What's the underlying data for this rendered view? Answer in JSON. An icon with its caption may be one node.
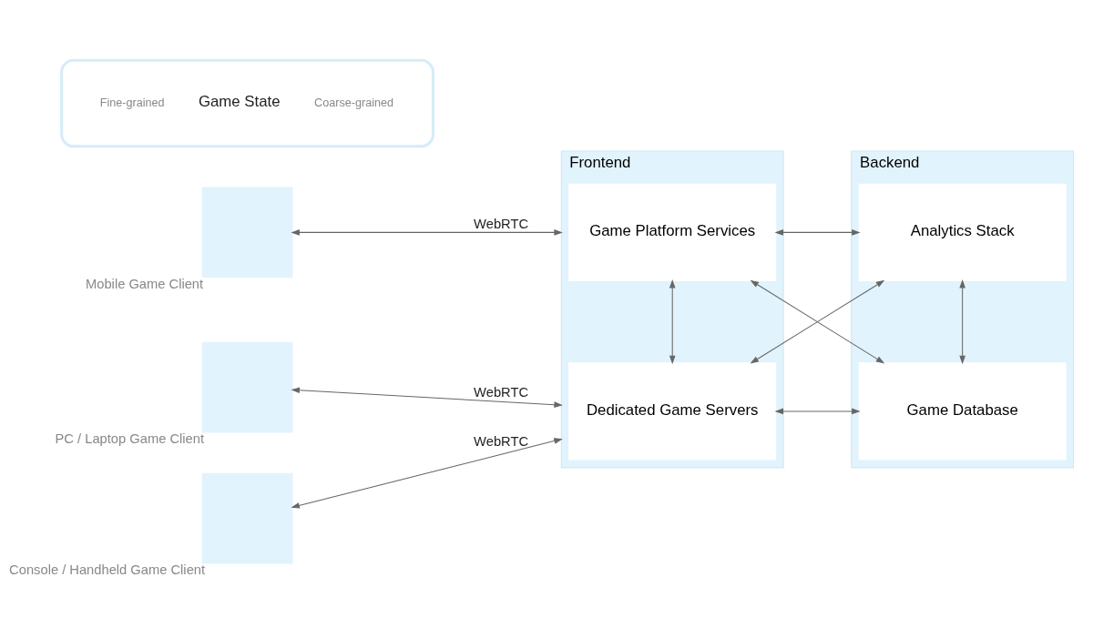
{
  "diagram": {
    "nodes": [
      {
        "text": [],
        "shape": "box",
        "beside": [
          "Mobile Game Client"
        ]
      },
      {
        "text": [],
        "shape": "box",
        "beside": [
          "PC / Laptop Game Client"
        ]
      },
      {
        "text": [],
        "shape": "box",
        "beside": [
          "Console / Handheld Game Client"
        ]
      },
      {
        "text": [
          "Frontend"
        ]
      },
      {
        "text": [
          "Game Platform Services"
        ],
        "in": 3
      },
      {
        "text": [
          "Dedicated Game Servers"
        ],
        "in": 3
      },
      {
        "text": [
          "Backend"
        ]
      },
      {
        "text": [
          "Analytics Stack"
        ],
        "in": 6
      },
      {
        "text": [
          "Game Database"
        ],
        "in": 6
      },
      {
        "text": [
          "Fine-grained",
          "Game State",
          "Coarse-grained"
        ]
      }
    ],
    "edges": [
      {
        "from": 0,
        "to": 3,
        "arrow": "both",
        "label": "WebRTC"
      },
      {
        "from": 1,
        "to": 3,
        "arrow": "both",
        "label": "WebRTC"
      },
      {
        "from": 2,
        "to": 3,
        "arrow": "both",
        "label": "WebRTC"
      },
      {
        "from": 4,
        "to": 5,
        "arrow": "both"
      },
      {
        "from": 4,
        "to": 7,
        "arrow": "both"
      },
      {
        "from": 4,
        "to": 8,
        "arrow": "both"
      },
      {
        "from": 5,
        "to": 7,
        "arrow": "both"
      },
      {
        "from": 5,
        "to": 8,
        "arrow": "both"
      },
      {
        "from": 7,
        "to": 8,
        "arrow": "both"
      }
    ]
  }
}
